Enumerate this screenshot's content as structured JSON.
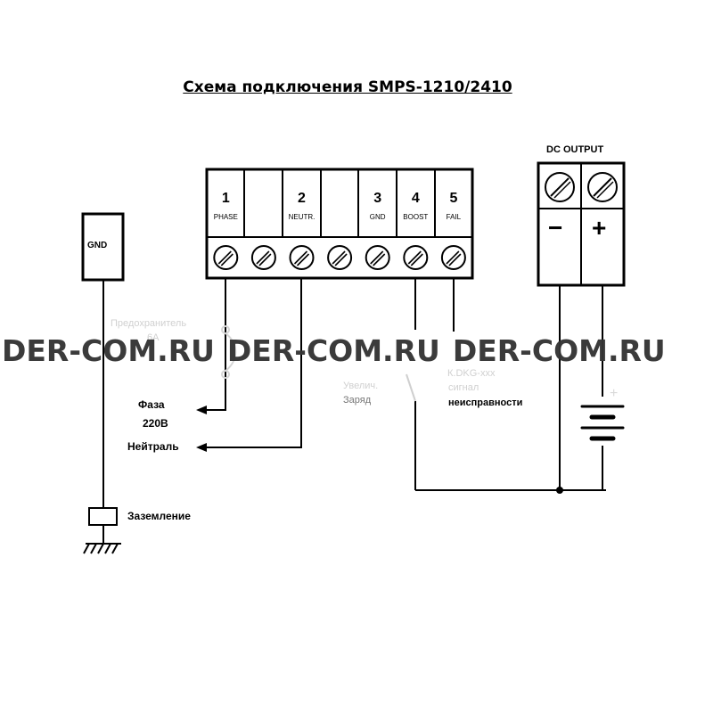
{
  "title": "Схема подключения SMPS-1210/2410",
  "gnd_box": "GND",
  "dc_output": "DC OUTPUT",
  "terminals": [
    {
      "num": "1",
      "name": "PHASE"
    },
    {
      "num": "",
      "name": ""
    },
    {
      "num": "2",
      "name": "NEUTR."
    },
    {
      "num": "",
      "name": ""
    },
    {
      "num": "3",
      "name": "GND"
    },
    {
      "num": "4",
      "name": "BOOST"
    },
    {
      "num": "5",
      "name": "FAIL"
    }
  ],
  "dc_terminals": {
    "minus": "−",
    "plus": "+"
  },
  "labels": {
    "faza": "Фаза",
    "voltage": "220В",
    "neutral": "Нейтраль",
    "ground": "Заземление",
    "fuse_line1": "Предохранитель",
    "fuse_line2": "6А",
    "boost_line1": "Увелич.",
    "boost_line2": "Заряд",
    "fail_line1": "К.DKG-xxx",
    "fail_line2": "сигнал",
    "fail_line3": "неисправности"
  },
  "watermark": [
    "DER-COM.RU",
    "DER-COM.RU",
    "DER-COM.RU"
  ]
}
